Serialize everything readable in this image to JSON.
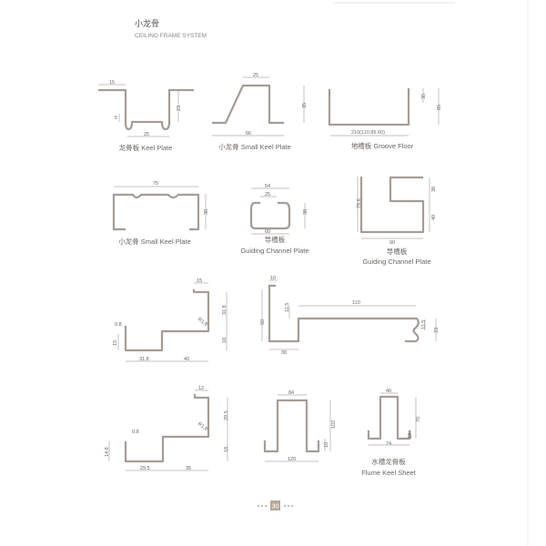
{
  "header": {
    "title_cn": "小龙骨",
    "title_en": "CEILING FRAME SYSTEM"
  },
  "profiles": {
    "keel_plate": {
      "label": "龙骨板  Keel Plate",
      "dims": [
        "15",
        "23",
        "5",
        "25"
      ]
    },
    "small_keel_plate_a": {
      "label": "小龙骨  Small Keel Plate",
      "dims": [
        "25",
        "35",
        "66"
      ]
    },
    "groove_floor": {
      "label": "地槽板  Groove Floor",
      "dims": [
        "35",
        "65",
        "210(110.85.60)"
      ]
    },
    "small_keel_plate_b": {
      "label": "小龙骨  Small Keel Plate",
      "dims": [
        "75",
        "30"
      ]
    },
    "guiding_channel_a": {
      "label_cn": "导槽板",
      "label_en": "Guiding Channel Plate",
      "dims": [
        "54",
        "25",
        "38",
        "60"
      ]
    },
    "guiding_channel_b": {
      "label_cn": "导槽板",
      "label_en": "Guiding Channel Plate",
      "dims": [
        "79.6",
        "38",
        "40",
        "90"
      ]
    },
    "z_profile_a": {
      "dims": [
        "15",
        "31.8",
        "R1.8",
        "18",
        "0.8",
        "15",
        "31.8",
        "40"
      ]
    },
    "edge_profile": {
      "dims": [
        "10",
        "50",
        "11.5",
        "110",
        "11.5",
        "23",
        "30"
      ]
    },
    "z_profile_b": {
      "dims": [
        "12",
        "29.5",
        "R1.8",
        "18",
        "0.8",
        "14.8",
        "29.5",
        "35"
      ]
    },
    "hat_profile": {
      "dims": [
        "84",
        "102",
        "10",
        "120"
      ]
    },
    "flume_keel_sheet": {
      "label_cn": "水槽龙骨板",
      "label_en": "Flume Keel Sheet",
      "dims": [
        "40",
        "70",
        "10",
        "74"
      ]
    }
  },
  "footer": {
    "page_number": "30"
  }
}
